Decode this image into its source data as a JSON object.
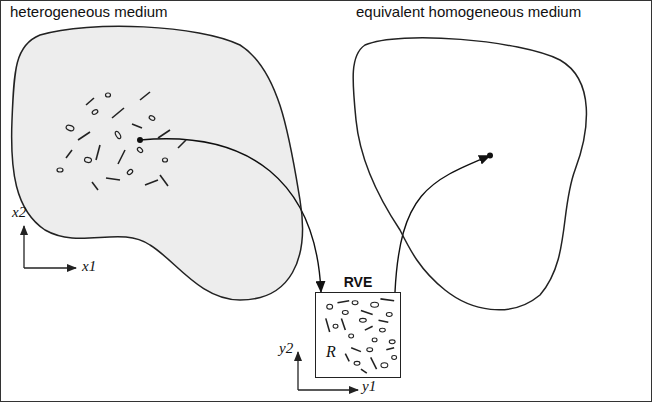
{
  "diagram": {
    "nodes": [
      {
        "text": [
          "heterogeneous medium"
        ]
      },
      {
        "text": [
          "RVE",
          "R"
        ]
      },
      {
        "text": [
          "equivalent homogeneous medium"
        ]
      }
    ],
    "edges": [
      {
        "from": 0,
        "to": 1,
        "arrow": "to"
      },
      {
        "from": 1,
        "to": 2,
        "arrow": "to"
      }
    ],
    "labels": [
      "x2",
      "x1",
      "y2",
      "y1"
    ]
  }
}
